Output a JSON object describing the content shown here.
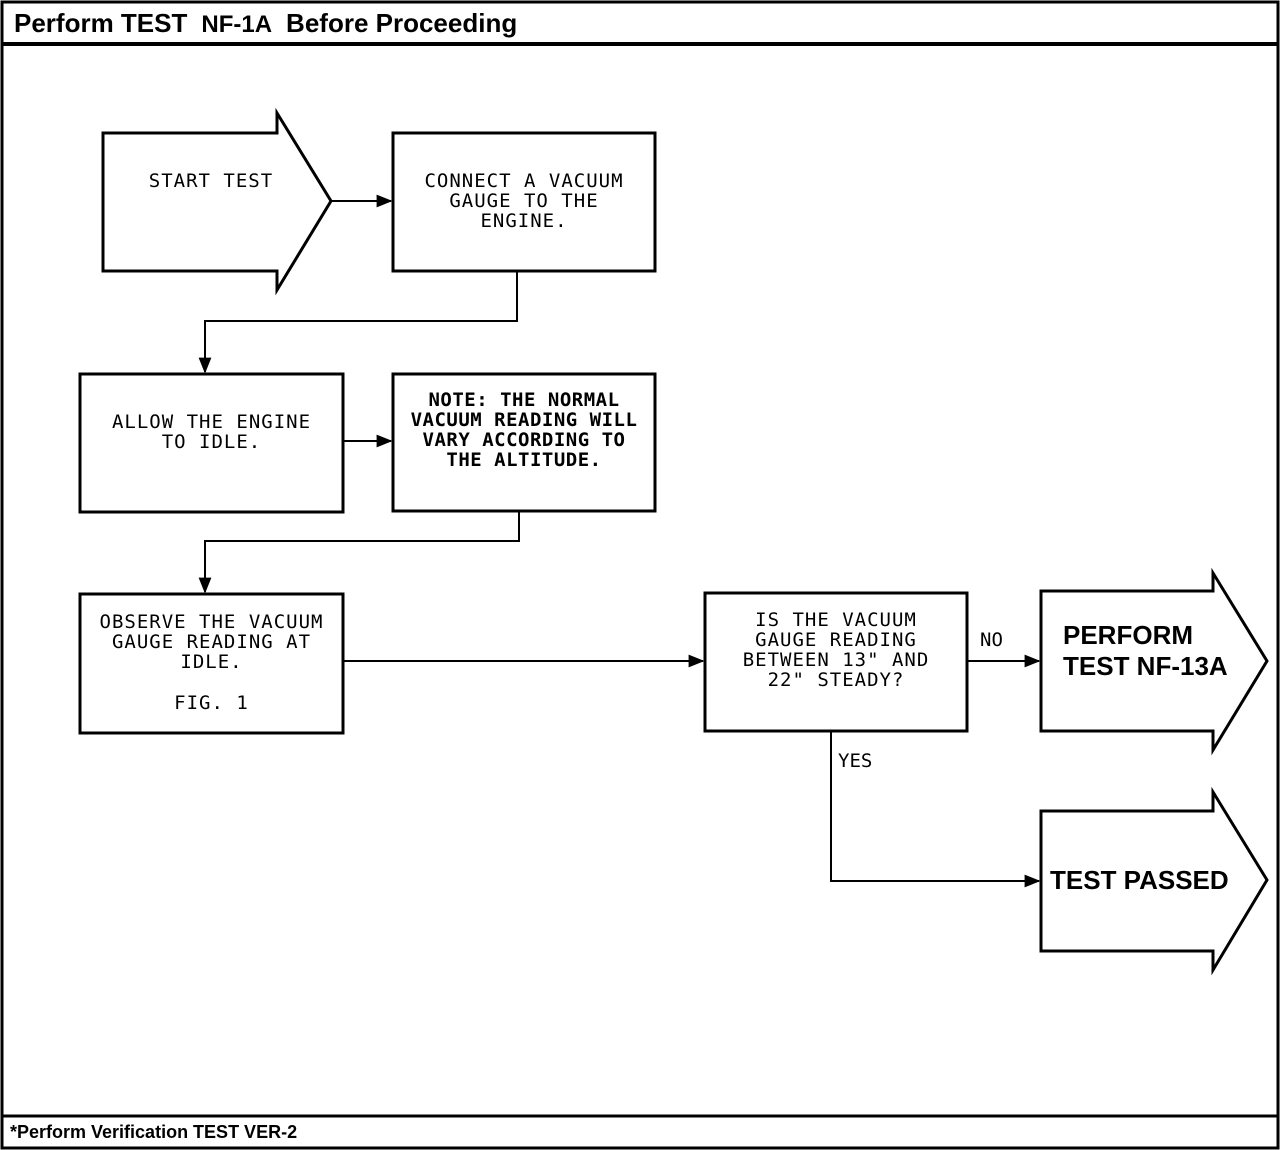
{
  "header": {
    "prefix": "Perform TEST",
    "code": "NF-1A",
    "suffix": "Before Proceeding"
  },
  "footer": {
    "note": "*Perform Verification TEST VER-2"
  },
  "nodes": {
    "start": "START TEST",
    "connect": "CONNECT A VACUUM\nGAUGE TO THE\nENGINE.",
    "idle": "ALLOW THE ENGINE\nTO IDLE.",
    "note": "NOTE: THE NORMAL\nVACUUM READING WILL\nVARY ACCORDING TO\nTHE ALTITUDE.",
    "observe": "OBSERVE THE VACUUM\nGAUGE READING AT\nIDLE.",
    "observe_fig": "FIG. 1",
    "decision": "IS THE VACUUM\nGAUGE READING\nBETWEEN 13\" AND\n22\" STEADY?",
    "perform": "PERFORM\nTEST NF-13A",
    "passed": "TEST PASSED"
  },
  "edges": {
    "no_label": "NO",
    "yes_label": "YES"
  }
}
